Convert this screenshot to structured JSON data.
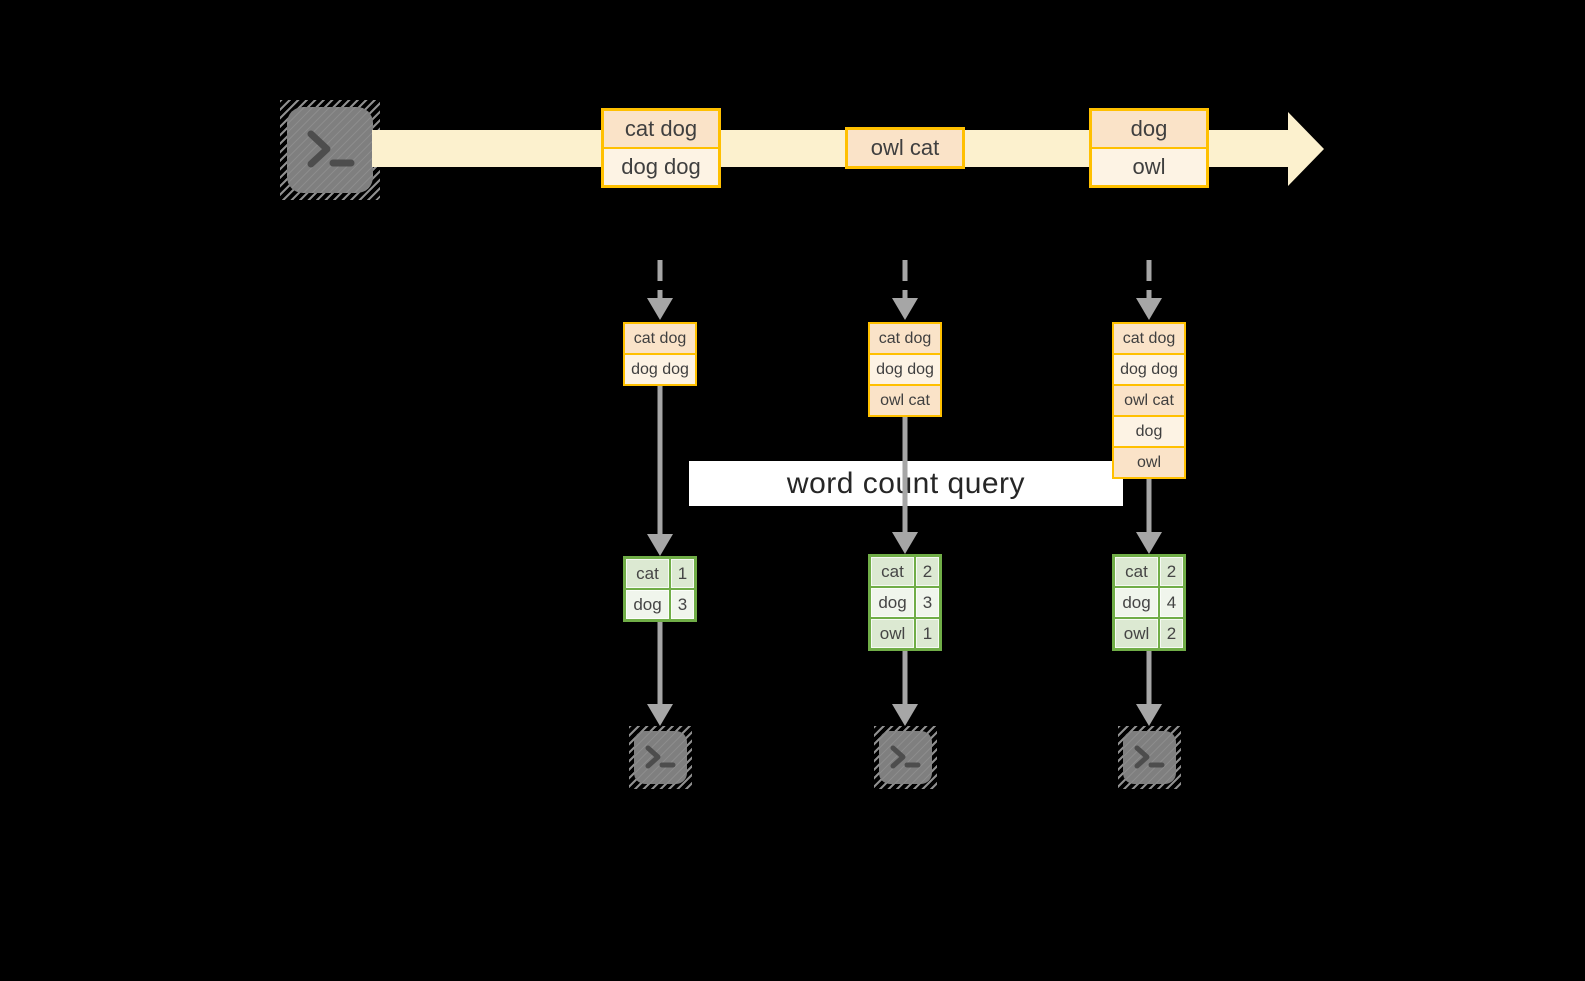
{
  "query_label": "word count query",
  "stream": {
    "boxes": [
      {
        "rows": [
          "cat dog",
          "dog dog"
        ]
      },
      {
        "rows": [
          "owl cat"
        ]
      },
      {
        "rows": [
          "dog",
          "owl"
        ]
      }
    ]
  },
  "columns": [
    {
      "buffer": [
        "cat dog",
        "dog dog"
      ],
      "counts": [
        {
          "word": "cat",
          "count": "1"
        },
        {
          "word": "dog",
          "count": "3"
        }
      ]
    },
    {
      "buffer": [
        "cat dog",
        "dog dog",
        "owl cat"
      ],
      "counts": [
        {
          "word": "cat",
          "count": "2"
        },
        {
          "word": "dog",
          "count": "3"
        },
        {
          "word": "owl",
          "count": "1"
        }
      ]
    },
    {
      "buffer": [
        "cat dog",
        "dog dog",
        "owl cat",
        "dog",
        "owl"
      ],
      "counts": [
        {
          "word": "cat",
          "count": "2"
        },
        {
          "word": "dog",
          "count": "4"
        },
        {
          "word": "owl",
          "count": "2"
        }
      ]
    }
  ],
  "icons": {
    "source": "terminal-icon",
    "sinks": [
      "terminal-icon",
      "terminal-icon",
      "terminal-icon"
    ]
  },
  "colors": {
    "background": "#000000",
    "stream_arrow": "#FCF1CE",
    "box_border": "#FFC000",
    "box_fill_peach": "#FAE3C8",
    "box_fill_cream": "#FDF3E4",
    "table_border": "#70AD47",
    "table_fill_sage": "#DCE9D2",
    "table_fill_pale": "#F0F5EC",
    "connector_gray": "#A6A6A6",
    "terminal_gray": "#7F7F7F"
  }
}
